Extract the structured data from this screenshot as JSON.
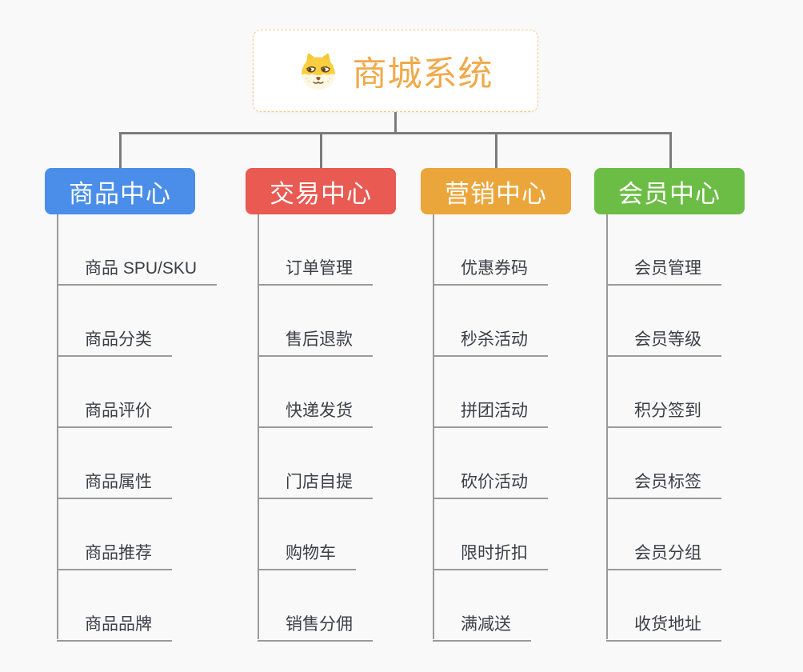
{
  "canvas": {
    "background": "#F9F9F9"
  },
  "root": {
    "label": "商城系统",
    "icon": "shiba-dog-icon",
    "text_color": "#F0A94A",
    "border_color": "#F2CA87",
    "background": "#FFFFFF"
  },
  "connectors": {
    "main_color": "#7C7C7C",
    "sub_color": "#9A9A9A"
  },
  "branches": [
    {
      "label": "商品中心",
      "color": "#4A8EE9",
      "children": [
        "商品 SPU/SKU",
        "商品分类",
        "商品评价",
        "商品属性",
        "商品推荐",
        "商品品牌"
      ]
    },
    {
      "label": "交易中心",
      "color": "#E85A52",
      "children": [
        "订单管理",
        "售后退款",
        "快递发货",
        "门店自提",
        "购物车",
        "销售分佣"
      ]
    },
    {
      "label": "营销中心",
      "color": "#EBA63B",
      "children": [
        "优惠券码",
        "秒杀活动",
        "拼团活动",
        "砍价活动",
        "限时折扣",
        "满减送"
      ]
    },
    {
      "label": "会员中心",
      "color": "#6CBD45",
      "children": [
        "会员管理",
        "会员等级",
        "积分签到",
        "会员标签",
        "会员分组",
        "收货地址"
      ]
    }
  ]
}
